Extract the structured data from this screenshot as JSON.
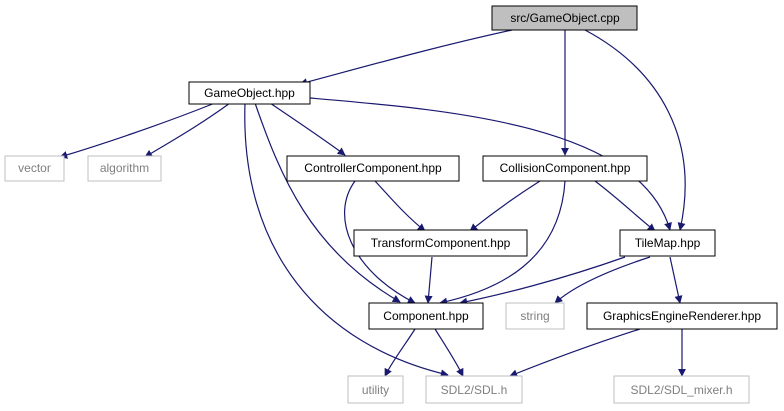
{
  "colors": {
    "edge": "#191970",
    "root_fill": "#bfbfbf",
    "node_border": "#000000",
    "external_border": "#bfbfbf",
    "external_text": "#7f7f7f",
    "text": "#000000"
  },
  "nodes": {
    "game_object_cpp": {
      "label": "src/GameObject.cpp",
      "kind": "root"
    },
    "game_object_hpp": {
      "label": "GameObject.hpp",
      "kind": "local"
    },
    "vector": {
      "label": "vector",
      "kind": "external"
    },
    "algorithm": {
      "label": "algorithm",
      "kind": "external"
    },
    "controller_component_hpp": {
      "label": "ControllerComponent.hpp",
      "kind": "local"
    },
    "collision_component_hpp": {
      "label": "CollisionComponent.hpp",
      "kind": "local"
    },
    "transform_component_hpp": {
      "label": "TransformComponent.hpp",
      "kind": "local"
    },
    "tile_map_hpp": {
      "label": "TileMap.hpp",
      "kind": "local"
    },
    "component_hpp": {
      "label": "Component.hpp",
      "kind": "local"
    },
    "string": {
      "label": "string",
      "kind": "external"
    },
    "graphics_engine_renderer_hpp": {
      "label": "GraphicsEngineRenderer.hpp",
      "kind": "local"
    },
    "utility": {
      "label": "utility",
      "kind": "external"
    },
    "sdl_h": {
      "label": "SDL2/SDL.h",
      "kind": "external"
    },
    "sdl_mixer_h": {
      "label": "SDL2/SDL_mixer.h",
      "kind": "external"
    }
  },
  "edges": [
    {
      "from": "game_object_cpp",
      "to": "game_object_hpp"
    },
    {
      "from": "game_object_cpp",
      "to": "collision_component_hpp"
    },
    {
      "from": "game_object_cpp",
      "to": "tile_map_hpp"
    },
    {
      "from": "game_object_hpp",
      "to": "vector"
    },
    {
      "from": "game_object_hpp",
      "to": "algorithm"
    },
    {
      "from": "game_object_hpp",
      "to": "controller_component_hpp"
    },
    {
      "from": "game_object_hpp",
      "to": "tile_map_hpp"
    },
    {
      "from": "game_object_hpp",
      "to": "component_hpp"
    },
    {
      "from": "game_object_hpp",
      "to": "sdl_h"
    },
    {
      "from": "controller_component_hpp",
      "to": "transform_component_hpp"
    },
    {
      "from": "controller_component_hpp",
      "to": "component_hpp"
    },
    {
      "from": "collision_component_hpp",
      "to": "transform_component_hpp"
    },
    {
      "from": "collision_component_hpp",
      "to": "tile_map_hpp"
    },
    {
      "from": "collision_component_hpp",
      "to": "component_hpp"
    },
    {
      "from": "transform_component_hpp",
      "to": "component_hpp"
    },
    {
      "from": "tile_map_hpp",
      "to": "component_hpp"
    },
    {
      "from": "tile_map_hpp",
      "to": "string"
    },
    {
      "from": "tile_map_hpp",
      "to": "graphics_engine_renderer_hpp"
    },
    {
      "from": "component_hpp",
      "to": "utility"
    },
    {
      "from": "component_hpp",
      "to": "sdl_h"
    },
    {
      "from": "graphics_engine_renderer_hpp",
      "to": "sdl_h"
    },
    {
      "from": "graphics_engine_renderer_hpp",
      "to": "sdl_mixer_h"
    }
  ]
}
